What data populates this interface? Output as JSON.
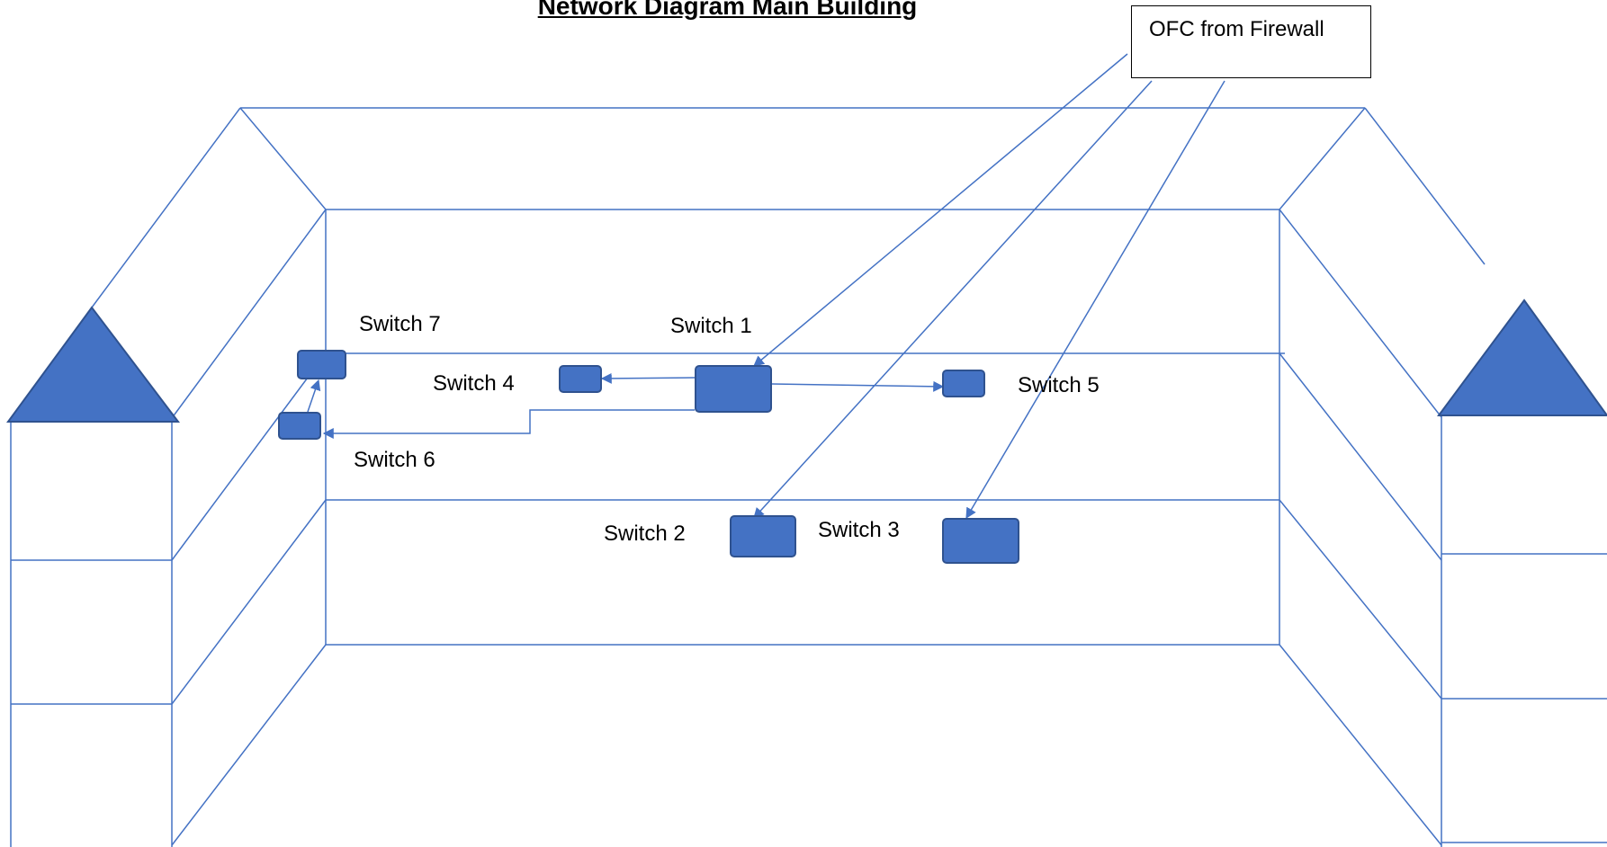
{
  "title": "Network Diagram Main Building",
  "callout": {
    "label": "OFC from Firewall"
  },
  "switches": {
    "switch1": "Switch 1",
    "switch2": "Switch 2",
    "switch3": "Switch 3",
    "switch4": "Switch 4",
    "switch5": "Switch 5",
    "switch6": "Switch 6",
    "switch7": "Switch 7"
  },
  "colors": {
    "lines": "#4472c4",
    "switch_fill": "#4472c4",
    "switch_border": "#2f528f"
  }
}
